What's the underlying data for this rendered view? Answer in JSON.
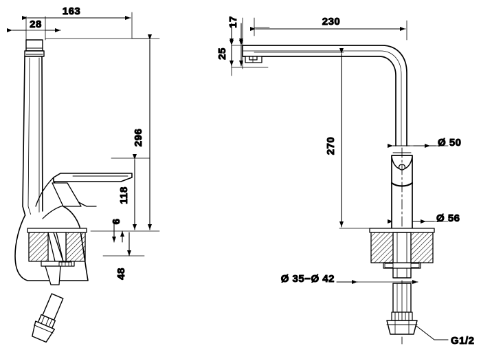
{
  "drawing": {
    "type": "technical-engineering-drawing",
    "subject": "single-lever kitchen mixer faucet",
    "background_color": "#ffffff",
    "line_color": "#000000",
    "views": [
      {
        "id": "side-view",
        "name": "Side elevation view",
        "position": "left"
      },
      {
        "id": "front-view",
        "name": "Front elevation view",
        "position": "right"
      }
    ]
  },
  "side_view": {
    "dimensions": {
      "spout_reach": "163",
      "column_width": "28",
      "total_height": "296",
      "handle_height": "118",
      "deck_thickness": "6",
      "shank_length": "48"
    },
    "parts": {
      "spout_column": "spout-column",
      "lever_handle": "lever-handle",
      "body": "faucet-body",
      "counter_section": "counter-hatched-section",
      "mounting_stud": "mounting-stud",
      "hose_fitting": "detached-hose-fitting"
    }
  },
  "front_view": {
    "dimensions": {
      "spout_projection": "230",
      "spout_tip_height": "17",
      "spout_tube_height": "25",
      "spout_height": "270",
      "spout_tube_dia": "Ø 50",
      "body_dia": "Ø 56",
      "mounting_hole_range": "Ø 35−Ø 42",
      "thread_spec": "G1/2"
    },
    "parts": {
      "spout_arm": "spout-arm",
      "body_cylinder": "body-cylinder",
      "handle_cap": "handle-cap",
      "counter_section": "counter-hatched-section",
      "threaded_shank": "threaded-shank",
      "hex_nut": "hex-nut-fitting"
    }
  }
}
